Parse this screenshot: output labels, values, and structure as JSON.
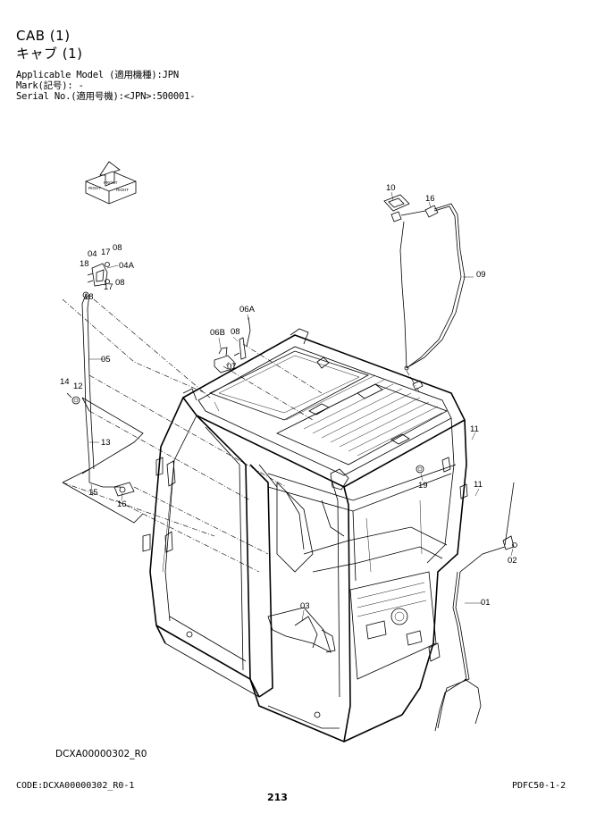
{
  "header": {
    "title_en": "CAB (1)",
    "title_jp": "キャブ (1)",
    "applicable_model": "Applicable Model (適用機種):JPN",
    "mark": "Mark(記号): -",
    "serial_no": "Serial No.(適用号機):<JPN>:500001-"
  },
  "diagram": {
    "orientation_badge": [
      "RIGHT",
      "FRONT",
      "RIGHT"
    ],
    "callouts": {
      "p01": "01",
      "p02": "02",
      "p03": "03",
      "p04": "04",
      "p04a": "04A",
      "p05": "05",
      "p06a": "06A",
      "p06b": "06B",
      "p07": "07",
      "p08a": "08",
      "p08b": "08",
      "p08c": "08",
      "p09": "09",
      "p10": "10",
      "p11a": "11",
      "p11b": "11",
      "p12": "12",
      "p13": "13",
      "p14": "14",
      "p15": "15",
      "p16a": "16",
      "p16b": "16",
      "p17a": "17",
      "p17b": "17",
      "p18a": "18",
      "p18b": "18",
      "p19": "19"
    }
  },
  "footer": {
    "drawing_id": "DCXA00000302_R0",
    "code": "CODE:DCXA00000302_R0-1",
    "page_number": "213",
    "doc_ref": "PDFC50-1-2"
  }
}
